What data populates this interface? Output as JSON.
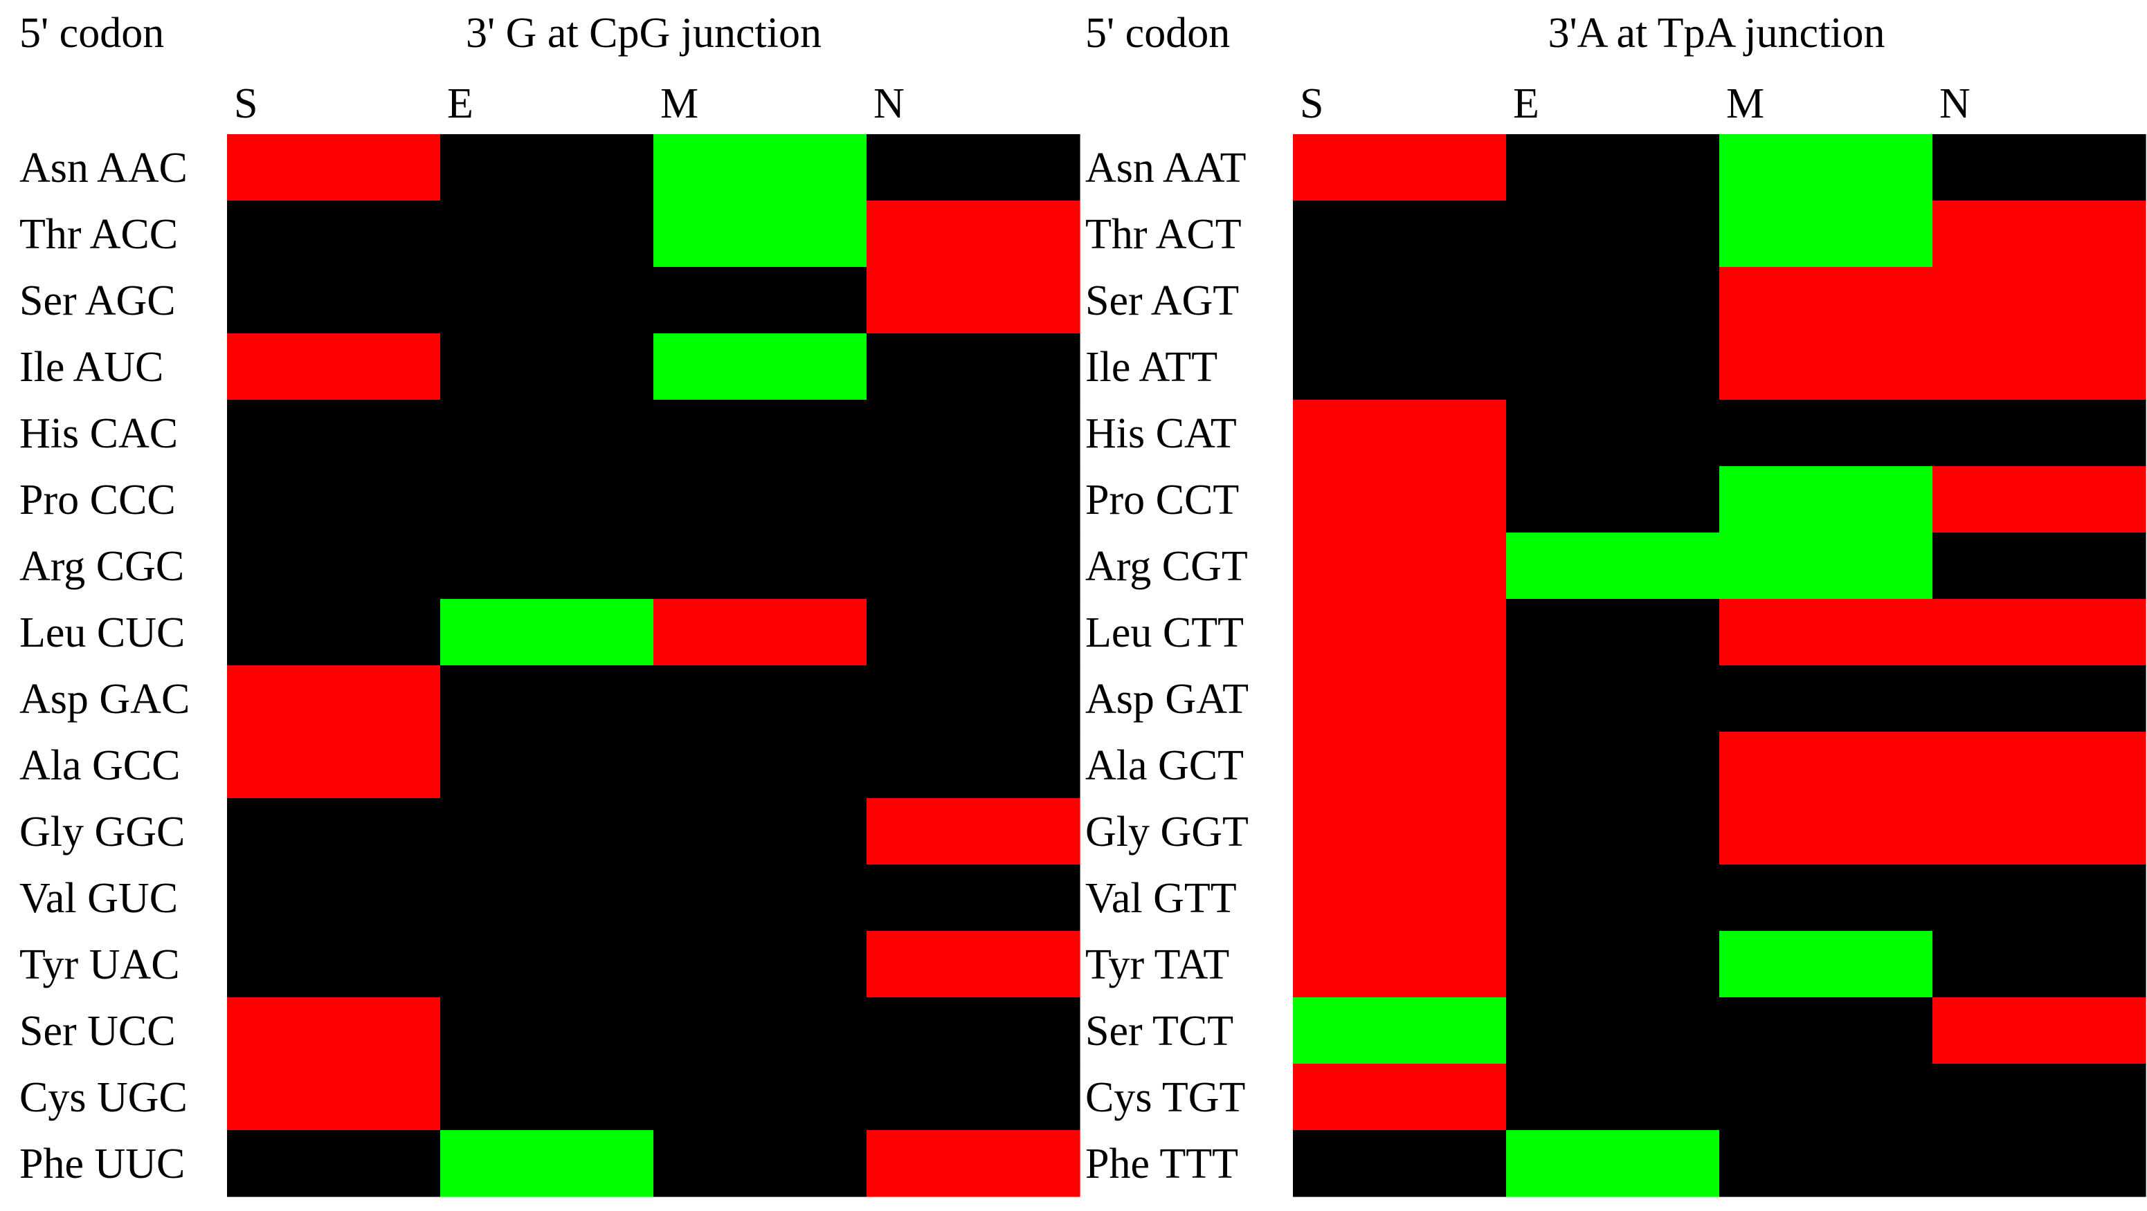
{
  "chart_data": [
    {
      "type": "heatmap",
      "row_header": "5' codon",
      "title": "3' G at CpG junction",
      "columns": [
        "S",
        "E",
        "M",
        "N"
      ],
      "rows": [
        "Asn AAC",
        "Thr ACC",
        "Ser AGC",
        "Ile AUC",
        "His CAC",
        "Pro CCC",
        "Arg CGC",
        "Leu CUC",
        "Asp GAC",
        "Ala GCC",
        "Gly GGC",
        "Val GUC",
        "Tyr UAC",
        "Ser UCC",
        "Cys UGC",
        "Phe UUC"
      ],
      "values": [
        [
          "R",
          "K",
          "G",
          "K"
        ],
        [
          "K",
          "K",
          "G",
          "R"
        ],
        [
          "K",
          "K",
          "K",
          "R"
        ],
        [
          "R",
          "K",
          "G",
          "K"
        ],
        [
          "K",
          "K",
          "K",
          "K"
        ],
        [
          "K",
          "K",
          "K",
          "K"
        ],
        [
          "K",
          "K",
          "K",
          "K"
        ],
        [
          "K",
          "G",
          "R",
          "K"
        ],
        [
          "R",
          "K",
          "K",
          "K"
        ],
        [
          "R",
          "K",
          "K",
          "K"
        ],
        [
          "K",
          "K",
          "K",
          "R"
        ],
        [
          "K",
          "K",
          "K",
          "K"
        ],
        [
          "K",
          "K",
          "K",
          "R"
        ],
        [
          "R",
          "K",
          "K",
          "K"
        ],
        [
          "R",
          "K",
          "K",
          "K"
        ],
        [
          "K",
          "G",
          "K",
          "R"
        ]
      ]
    },
    {
      "type": "heatmap",
      "row_header": "5' codon",
      "title": "3'A at TpA junction",
      "columns": [
        "S",
        "E",
        "M",
        "N"
      ],
      "rows": [
        "Asn AAT",
        "Thr ACT",
        "Ser AGT",
        "Ile ATT",
        "His CAT",
        "Pro CCT",
        "Arg CGT",
        "Leu CTT",
        "Asp GAT",
        "Ala GCT",
        "Gly GGT",
        "Val GTT",
        "Tyr TAT",
        "Ser TCT",
        "Cys TGT",
        "Phe TTT"
      ],
      "values": [
        [
          "R",
          "K",
          "G",
          "K"
        ],
        [
          "K",
          "K",
          "G",
          "R"
        ],
        [
          "K",
          "K",
          "R",
          "R"
        ],
        [
          "K",
          "K",
          "R",
          "R"
        ],
        [
          "R",
          "K",
          "K",
          "K"
        ],
        [
          "R",
          "K",
          "G",
          "R"
        ],
        [
          "R",
          "G",
          "G",
          "K"
        ],
        [
          "R",
          "K",
          "R",
          "R"
        ],
        [
          "R",
          "K",
          "K",
          "K"
        ],
        [
          "R",
          "K",
          "R",
          "R"
        ],
        [
          "R",
          "K",
          "R",
          "R"
        ],
        [
          "R",
          "K",
          "K",
          "K"
        ],
        [
          "R",
          "K",
          "G",
          "K"
        ],
        [
          "G",
          "K",
          "K",
          "R"
        ],
        [
          "R",
          "K",
          "K",
          "K"
        ],
        [
          "K",
          "G",
          "K",
          "K"
        ]
      ]
    }
  ],
  "colors": {
    "R": "#ff0000",
    "G": "#00ff00",
    "K": "#000000"
  }
}
